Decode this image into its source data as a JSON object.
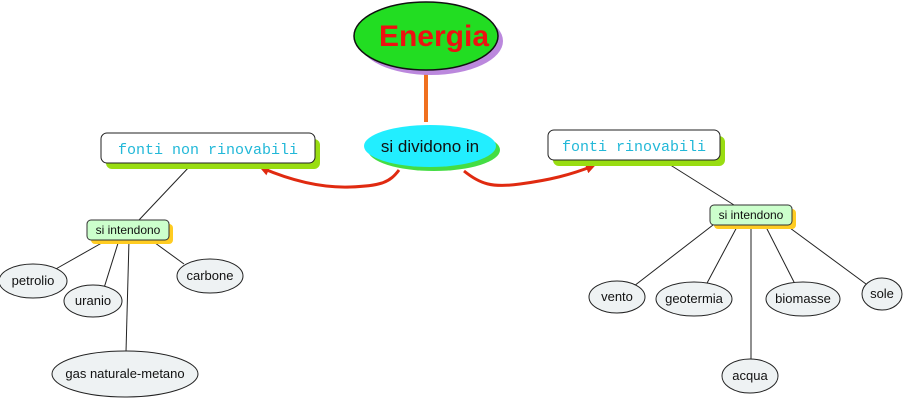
{
  "root": {
    "label": "Energia"
  },
  "connector": {
    "label": "si dividono in"
  },
  "left_branch": {
    "label": "fonti non rinovabili",
    "link_label": "si intendono",
    "items": [
      "petrolio",
      "uranio",
      "carbone",
      "gas naturale-metano"
    ]
  },
  "right_branch": {
    "label": "fonti rinovabili",
    "link_label": "si intendono",
    "items": [
      "vento",
      "geotermia",
      "acqua",
      "biomasse",
      "sole"
    ]
  },
  "colors": {
    "root_fill": "#22dd22",
    "root_text": "#ee1111",
    "root_shadow": "#bb88dd",
    "connector_fill": "#22eeff",
    "connector_shadow": "#44dd44",
    "stem": "#f07020",
    "arrow": "#e02a10",
    "category_shadow": "#99dd11",
    "category_text": "#22b8d8",
    "link_fill": "#ccffcc",
    "link_shadow": "#ffcc22",
    "leaf_fill": "#eef2f3"
  }
}
